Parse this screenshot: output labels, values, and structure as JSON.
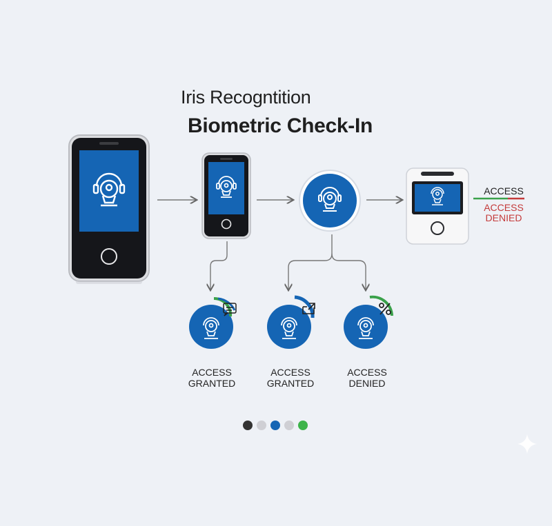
{
  "header": {
    "title_line1": "Iris Recogntition",
    "title_line2": "Biometric Check-In"
  },
  "status_panel": {
    "top_label": "ACCESS",
    "denied_line1": "ACCESS",
    "denied_line2": "DENIED"
  },
  "outcomes": [
    {
      "line1": "ACCESS",
      "line2": "GRANTED",
      "badge_icon": "chat-icon"
    },
    {
      "line1": "ACCESS",
      "line2": "GRANTED",
      "badge_icon": "scan-icon"
    },
    {
      "line1": "ACCESS",
      "line2": "DENIED",
      "badge_icon": "percent-icon"
    }
  ],
  "colors": {
    "accent_blue": "#1565b4",
    "green": "#3aa14a",
    "red": "#c43a3a",
    "background": "#eef1f6"
  },
  "pager": {
    "dots": [
      "#333333",
      "#cfcfd4",
      "#1565b4",
      "#cfcfd4",
      "#3db34a"
    ],
    "active_index": 2
  }
}
